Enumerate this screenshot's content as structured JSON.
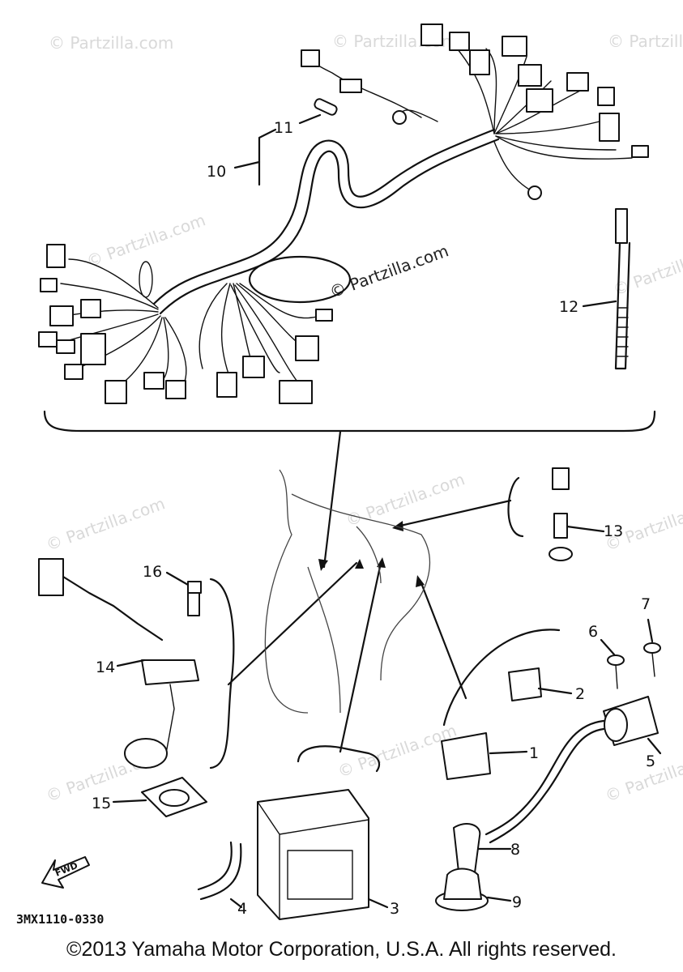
{
  "diagram": {
    "diagram_code": "3MX1110-0330",
    "copyright": "©2013 Yamaha Motor Corporation, U.S.A. All rights reserved.",
    "watermark": "© Partzilla.com",
    "direction_label": "FWD",
    "callouts": [
      {
        "id": "1",
        "label": "1"
      },
      {
        "id": "2",
        "label": "2"
      },
      {
        "id": "3",
        "label": "3"
      },
      {
        "id": "4",
        "label": "4"
      },
      {
        "id": "5",
        "label": "5"
      },
      {
        "id": "6",
        "label": "6"
      },
      {
        "id": "7",
        "label": "7"
      },
      {
        "id": "8",
        "label": "8"
      },
      {
        "id": "9",
        "label": "9"
      },
      {
        "id": "10",
        "label": "10"
      },
      {
        "id": "11",
        "label": "11"
      },
      {
        "id": "12",
        "label": "12"
      },
      {
        "id": "13",
        "label": "13"
      },
      {
        "id": "14",
        "label": "14"
      },
      {
        "id": "15",
        "label": "15"
      },
      {
        "id": "16",
        "label": "16"
      }
    ]
  }
}
